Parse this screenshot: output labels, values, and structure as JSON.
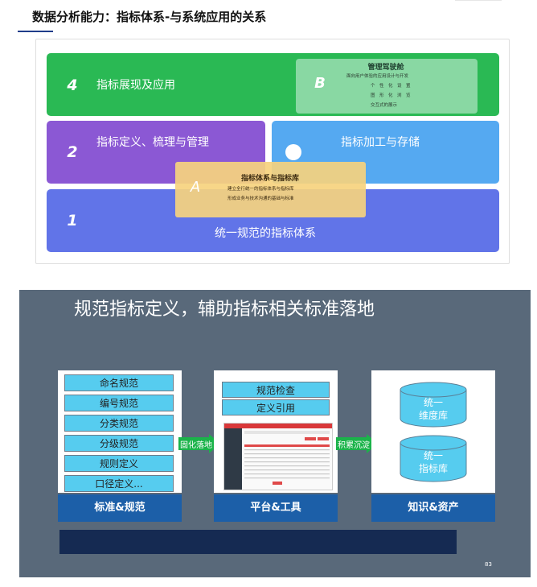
{
  "header": {
    "title": "数据分析能力：指标体系-与系统应用的关系"
  },
  "diagram": {
    "layers": [
      {
        "num": "4",
        "label": "指标展现及应用",
        "color": "#2ab954"
      },
      {
        "num": "2",
        "label": "指标定义、梳理与管理",
        "color": "#8b58d4"
      },
      {
        "num": "",
        "label": "指标加工与存储",
        "color": "#55a9f1"
      },
      {
        "num": "1",
        "label": "统一规范的指标体系",
        "color": "#6174e8"
      }
    ],
    "box_b": {
      "letter": "B",
      "title": "管理驾驶舱",
      "lines": [
        "面向用户体验的应用设计与开发",
        "个　性　化　设　置",
        "图　形　化　浏　览",
        "交互式的展示"
      ]
    },
    "box_a": {
      "letter": "A",
      "title": "指标体系与指标库",
      "lines": [
        "建立全行统一的指标体系与指标库",
        "形成业务与技术沟通的基础与标准"
      ]
    }
  },
  "slide": {
    "title": "规范指标定义，辅助指标相关标准落地",
    "left_items": [
      "命名规范",
      "编号规范",
      "分类规范",
      "分级规范",
      "规则定义",
      "口径定义..."
    ],
    "left_footer": "标准&规范",
    "arrow1": "固化落地",
    "mid_items": [
      "规范检查",
      "定义引用"
    ],
    "mid_footer": "平台&工具",
    "arrow2": "积累沉淀",
    "right_cylinders": [
      "统一\n维度库",
      "统一\n指标库"
    ],
    "right_footer": "知识&资产",
    "page_number": "83"
  }
}
